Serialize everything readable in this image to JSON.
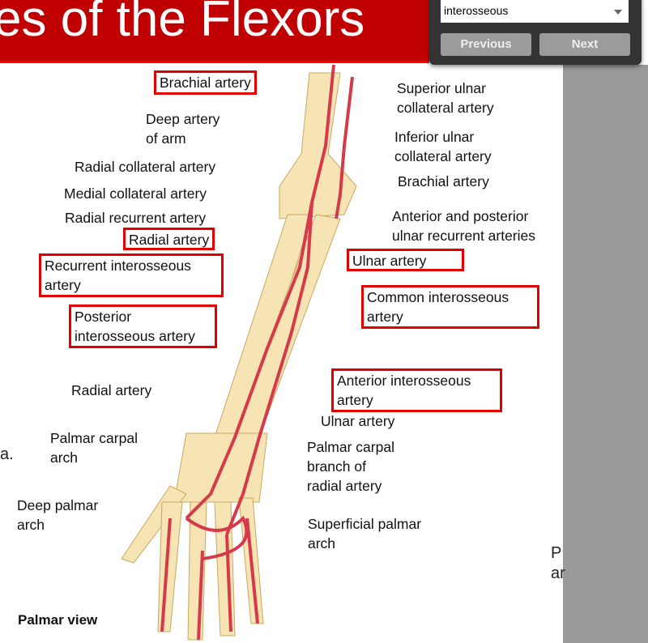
{
  "slide": {
    "title": "es of the Flexors",
    "caption": "Palmar view",
    "side_fragment_left": "a.",
    "side_fragment_right_1": "P",
    "side_fragment_right_2": "ar"
  },
  "search": {
    "value": "interosseous",
    "previous": "Previous",
    "next": "Next"
  },
  "labels": {
    "brachial_top": "Brachial artery",
    "deep_artery": "Deep artery\nof arm",
    "radial_collateral": "Radial collateral artery",
    "medial_collateral": "Medial collateral artery",
    "radial_recurrent": "Radial recurrent artery",
    "radial_artery_top": "Radial artery",
    "recurrent_interosseous": "Recurrent interosseous\nartery",
    "posterior_interosseous": "Posterior\ninterosseous artery",
    "radial_artery_low": "Radial artery",
    "palmar_carpal_arch": "Palmar carpal\narch",
    "deep_palmar_arch": "Deep palmar\narch",
    "superior_ulnar": "Superior ulnar\ncollateral artery",
    "inferior_ulnar": "Inferior ulnar\ncollateral artery",
    "brachial_right": "Brachial artery",
    "ulnar_recurrent": "Anterior and posterior\nulnar recurrent arteries",
    "ulnar_artery_top": "Ulnar artery",
    "common_interosseous": "Common interosseous\nartery",
    "anterior_interosseous": "Anterior interosseous\nartery",
    "ulnar_artery_low": "Ulnar artery",
    "palmar_carpal_branch": "Palmar carpal\nbranch of\nradial artery",
    "superficial_palmar": "Superficial palmar\narch"
  }
}
